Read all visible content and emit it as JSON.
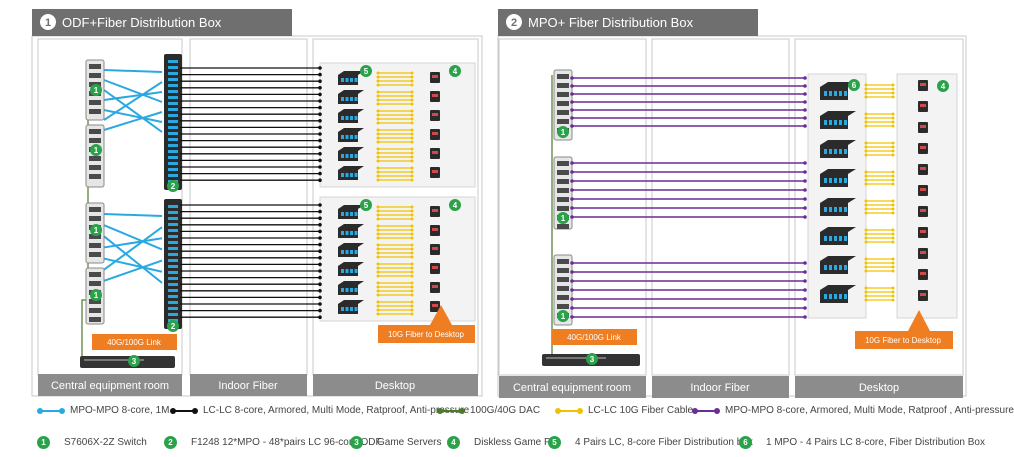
{
  "panel1": {
    "num": "1",
    "title": "ODF+Fiber Distribution Box",
    "zone_central": "Central equipment room",
    "zone_indoor": "Indoor Fiber",
    "zone_desktop": "Desktop",
    "link_label": "40G/100G Link",
    "desktop_label": "10G Fiber to Desktop",
    "badges": {
      "switch": "1",
      "odf": "2",
      "server": "3",
      "pc": "4",
      "box": "5"
    }
  },
  "panel2": {
    "num": "2",
    "title": "MPO+ Fiber Distribution Box",
    "zone_central": "Central equipment room",
    "zone_indoor": "Indoor Fiber",
    "zone_desktop": "Desktop",
    "link_label": "40G/100G Link",
    "desktop_label": "10G Fiber to Desktop",
    "badges": {
      "switch": "1",
      "server": "3",
      "pc": "4",
      "box": "6"
    }
  },
  "legend_lines": [
    {
      "label": "MPO-MPO 8-core, 1M",
      "color": "#2aa9e0"
    },
    {
      "label": "LC-LC 8-core, Armored, Multi Mode, Ratproof,  Anti-pressure",
      "color": "#111111"
    },
    {
      "label": "100G/40G DAC",
      "color": "#4a7c2a"
    },
    {
      "label": "LC-LC 10G Fiber Cable",
      "color": "#f2c200"
    },
    {
      "label": "MPO-MPO 8-core, Armored, Multi Mode, Ratproof , Anti-pressure",
      "color": "#6a2c96"
    }
  ],
  "legend_items": [
    {
      "num": "1",
      "label": "S7606X-2Z Switch"
    },
    {
      "num": "2",
      "label": "F1248 12*MPO - 48*pairs LC 96-core ODF"
    },
    {
      "num": "3",
      "label": "Game Servers"
    },
    {
      "num": "4",
      "label": "Diskless Game PC"
    },
    {
      "num": "5",
      "label": "4 Pairs LC, 8-core Fiber Distribution box"
    },
    {
      "num": "6",
      "label": "1 MPO - 4 Pairs LC 8-core, Fiber Distribution Box"
    }
  ],
  "colors": {
    "header_dark": "#6f6f6f",
    "zone_label": "#8c8c8c",
    "panel_border": "#c8c8c8",
    "orange": "#ef7d22",
    "green": "#2aa24a",
    "blue": "#2aa9e0",
    "black": "#111111",
    "yellow": "#f2c200",
    "purple": "#6a2c96",
    "dac": "#4a7c2a"
  }
}
